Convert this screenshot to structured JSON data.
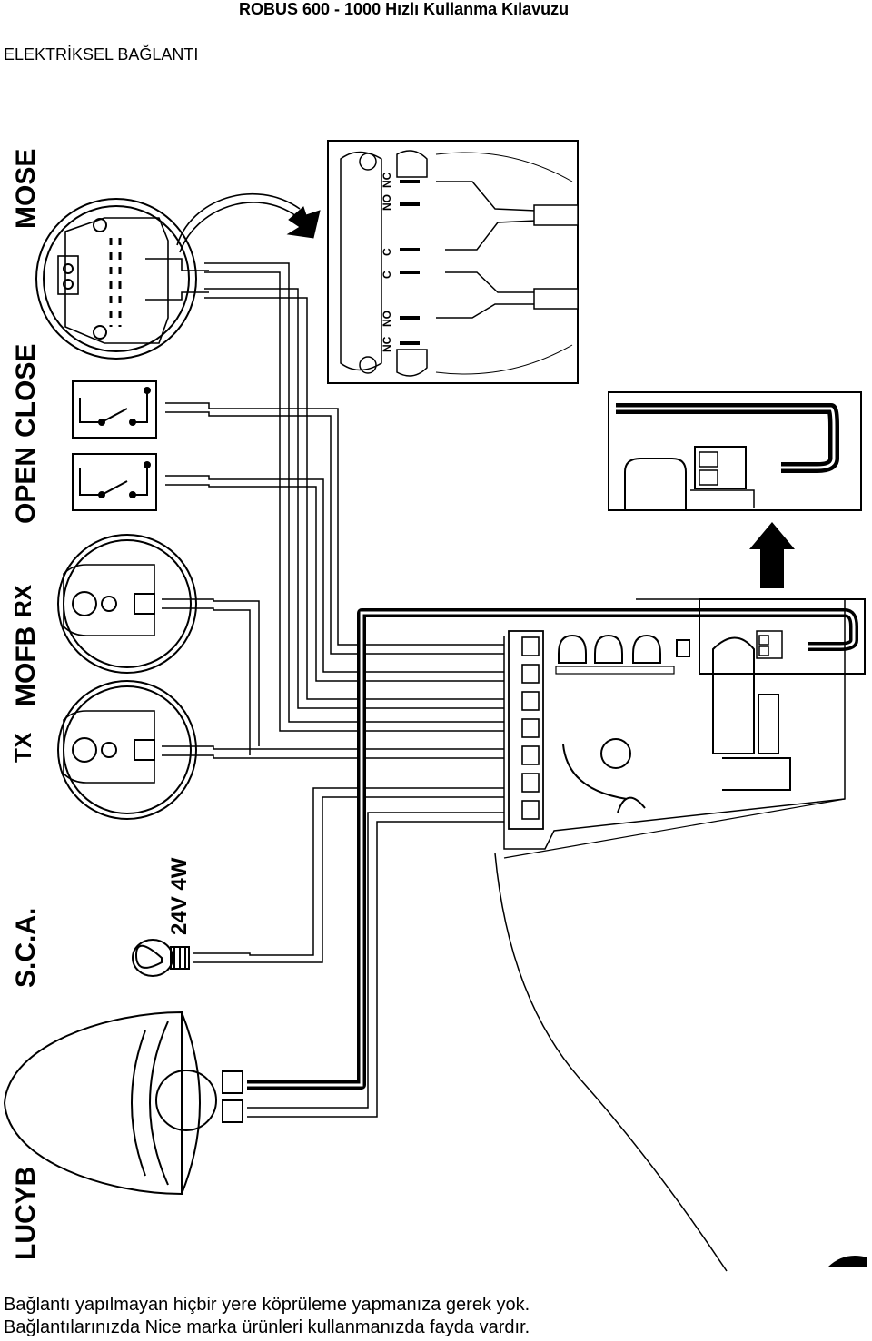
{
  "header": {
    "title": "ROBUS 600 - 1000 Hızlı Kullanma Kılavuzu",
    "section": "ELEKTRİKSEL BAĞLANTI"
  },
  "labels": {
    "mose": "MOSE",
    "close": "CLOSE",
    "open": "OPEN",
    "rx": "RX",
    "mofb": "MOFB",
    "tx": "TX",
    "sca": "S.C.A.",
    "bulb_spec": "24V 4W",
    "lucyb": "LUCYB"
  },
  "mose_contacts": [
    "NC",
    "NO",
    "C",
    "C",
    "NO",
    "NC"
  ],
  "footer": {
    "line1": "Bağlantı yapılmayan hiçbir yere köprüleme yapmanıza gerek yok.",
    "line2": "Bağlantılarınızda Nice marka ürünleri kullanmanızda fayda vardır."
  }
}
